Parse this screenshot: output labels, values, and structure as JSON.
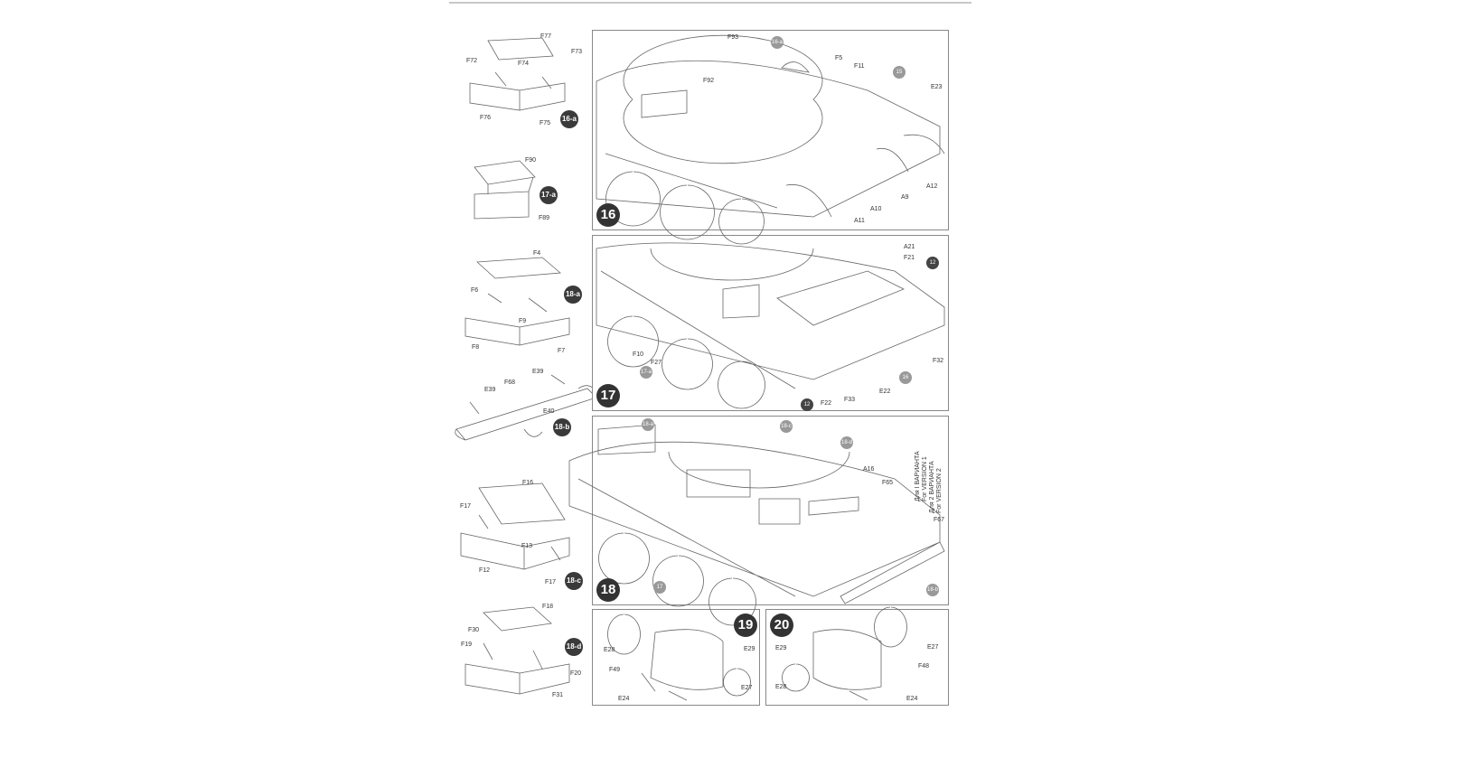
{
  "steps": {
    "s16": {
      "number": "16",
      "labels": [
        "F93",
        "F92",
        "F5",
        "F11",
        "E23",
        "A9",
        "A10",
        "A11",
        "A12"
      ],
      "refs": [
        "16-a",
        "15"
      ]
    },
    "s17": {
      "number": "17",
      "labels": [
        "A21",
        "F21",
        "F10",
        "F27",
        "F32",
        "F22",
        "F33",
        "E22"
      ],
      "refs": [
        "17-a",
        "16",
        "12",
        "12"
      ]
    },
    "s18": {
      "number": "18",
      "labels": [
        "A16",
        "F65",
        "F67"
      ],
      "refs": [
        "18-a",
        "18-c",
        "18-d",
        "17",
        "18-b"
      ],
      "version1": "Для I ВАРИАНТА\nFor VERSION 1",
      "version1_ru": "Для I ВАРИАНТА",
      "version1_en": "For VERSION 1",
      "version2_ru": "Для 2 ВАРИАНТА",
      "version2_en": "For VERSION 2"
    },
    "s19": {
      "number": "19",
      "labels": [
        "E28",
        "E29",
        "F49",
        "E27",
        "E24"
      ]
    },
    "s20": {
      "number": "20",
      "labels": [
        "E29",
        "E27",
        "F48",
        "E28",
        "E24"
      ]
    }
  },
  "subassemblies": {
    "a16": {
      "badge": "16-a",
      "labels": [
        "F77",
        "F72",
        "F73",
        "F74",
        "F76",
        "F75"
      ]
    },
    "a17": {
      "badge": "17-a",
      "labels": [
        "F90",
        "F89"
      ]
    },
    "a18": {
      "badge": "18-a",
      "labels": [
        "F4",
        "F6",
        "F9",
        "F8",
        "F7"
      ]
    },
    "b18": {
      "badge": "18-b",
      "labels": [
        "E39",
        "E39",
        "F68",
        "E40"
      ]
    },
    "c18": {
      "badge": "18-c",
      "labels": [
        "F16",
        "F17",
        "F13",
        "F12",
        "F17"
      ]
    },
    "d18": {
      "badge": "18-d",
      "labels": [
        "F18",
        "F30",
        "F19",
        "F20",
        "F31"
      ]
    }
  }
}
